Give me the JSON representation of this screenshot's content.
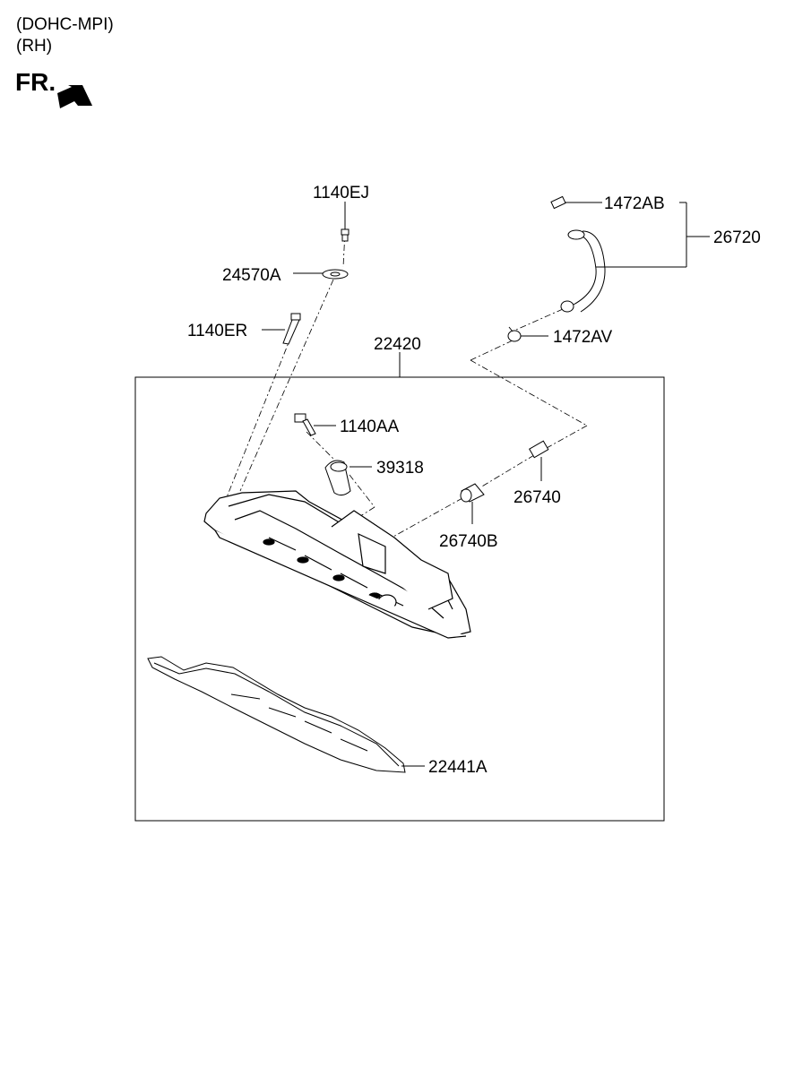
{
  "header": {
    "engine": "(DOHC-MPI)",
    "side": "(RH)",
    "front_marker": "FR."
  },
  "parts": [
    {
      "number": "1140EJ"
    },
    {
      "number": "24570A"
    },
    {
      "number": "1140ER"
    },
    {
      "number": "22420"
    },
    {
      "number": "1140AA"
    },
    {
      "number": "39318"
    },
    {
      "number": "26740"
    },
    {
      "number": "26740B"
    },
    {
      "number": "1472AB"
    },
    {
      "number": "26720"
    },
    {
      "number": "1472AV"
    },
    {
      "number": "22441A"
    }
  ]
}
